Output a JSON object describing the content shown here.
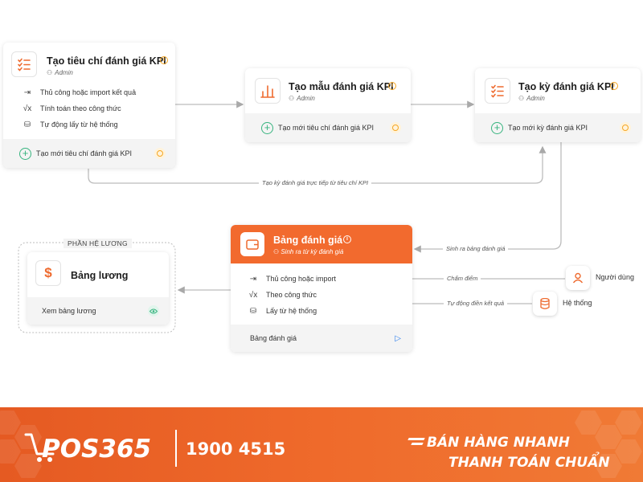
{
  "card1": {
    "title": "Tạo tiêu chí đánh giá KPI",
    "sub": "Admin",
    "items": [
      "Thủ công hoặc import kết quả",
      "Tính toán theo công thức",
      "Tự động lấy từ hệ thống"
    ],
    "foot": "Tạo mới tiêu chí đánh giá KPI"
  },
  "card2": {
    "title": "Tạo mẫu đánh giá KPI",
    "sub": "Admin",
    "foot": "Tạo mới tiêu chí đánh giá KPI"
  },
  "card3": {
    "title": "Tạo kỳ đánh giá KPI",
    "sub": "Admin",
    "foot": "Tạo mới kỳ đánh giá KPI"
  },
  "bangdg": {
    "title": "Bảng đánh giá",
    "sub": "Sinh ra từ kỳ đánh giá",
    "items": [
      "Thủ công hoặc import",
      "Theo công thức",
      "Lấy từ hệ thống"
    ],
    "foot": "Bảng đánh giá",
    "header_color": "#f26a2e"
  },
  "group": {
    "label": "PHẦN HỆ LƯƠNG",
    "card_title": "Bảng lương",
    "foot": "Xem bảng lương"
  },
  "labels": {
    "bottom_loop": "Tạo kỳ đánh giá trực tiếp từ tiêu chí KPI",
    "sinh_ra": "Sinh ra bảng đánh giá",
    "cham_diem": "Chấm điểm",
    "tu_dong": "Tự động điền kết quả"
  },
  "actors": {
    "user": "Người dùng",
    "system": "Hệ thống"
  },
  "footer": {
    "brand": "POS365",
    "phone": "1900 4515",
    "slogan1": "BÁN HÀNG NHANH",
    "slogan2": "THANH TOÁN CHUẨN",
    "color": "#ec6226"
  },
  "icons": [
    "checklist-icon",
    "bar-chart-icon",
    "wallet-icon",
    "dollar-icon",
    "user-icon",
    "database-icon",
    "formula-icon",
    "import-icon",
    "eye-icon",
    "play-icon",
    "info-icon",
    "plus-icon"
  ]
}
